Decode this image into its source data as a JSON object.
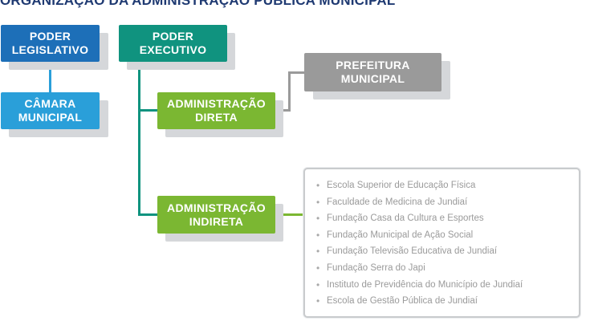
{
  "title": "ORGANIZAÇÃO DA ADMINISTRAÇÃO PÚBLICA MUNICIPAL",
  "nodes": {
    "legislativo": [
      "PODER",
      "LEGISLATIVO"
    ],
    "executivo": [
      "PODER",
      "EXECUTIVO"
    ],
    "camara": [
      "CÂMARA",
      "MUNICIPAL"
    ],
    "prefeitura": [
      "PREFEITURA",
      "MUNICIPAL"
    ],
    "direta": [
      "ADMINISTRAÇÃO",
      "DIRETA"
    ],
    "indireta": [
      "ADMINISTRAÇÃO",
      "INDIRETA"
    ]
  },
  "indireta_entities": [
    "Escola Superior de Educação Física",
    "Faculdade de Medicina de Jundiaí",
    "Fundação Casa da Cultura e Esportes",
    "Fundação Municipal de Ação Social",
    "Fundação Televisão Educativa de Jundiaí",
    "Fundação Serra do Japi",
    "Instituto de Previdência do Município de Jundiaí",
    "Escola de Gestão Pública de Jundiaí"
  ],
  "colors": {
    "title": "#1f3a72",
    "legislativo": "#1d6fb8",
    "executivo": "#10937f",
    "camara": "#2a9fd9",
    "administracao": "#7bb732",
    "prefeitura": "#9a9a9a",
    "shadow": "#d5d7da"
  }
}
